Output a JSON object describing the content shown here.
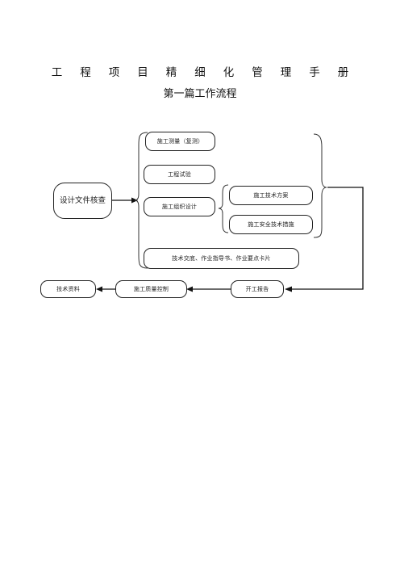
{
  "header": {
    "title": "工程项目精细化管理手册",
    "subtitle": "第一篇工作流程"
  },
  "flowchart": {
    "design_review": "设计文件核查",
    "construction_survey": "施工测量（复测）",
    "engineering_test": "工程试验",
    "construction_org_design": "施工组织设计",
    "construction_tech_plan": "施工技术方案",
    "safety_tech_measures": "施工安全技术措施",
    "tech_disclosure": "技术交底、作业指导书、作业要点卡片",
    "commencement_report": "开工报告",
    "quality_control": "施工质量控制",
    "tech_data": "技术资料"
  }
}
